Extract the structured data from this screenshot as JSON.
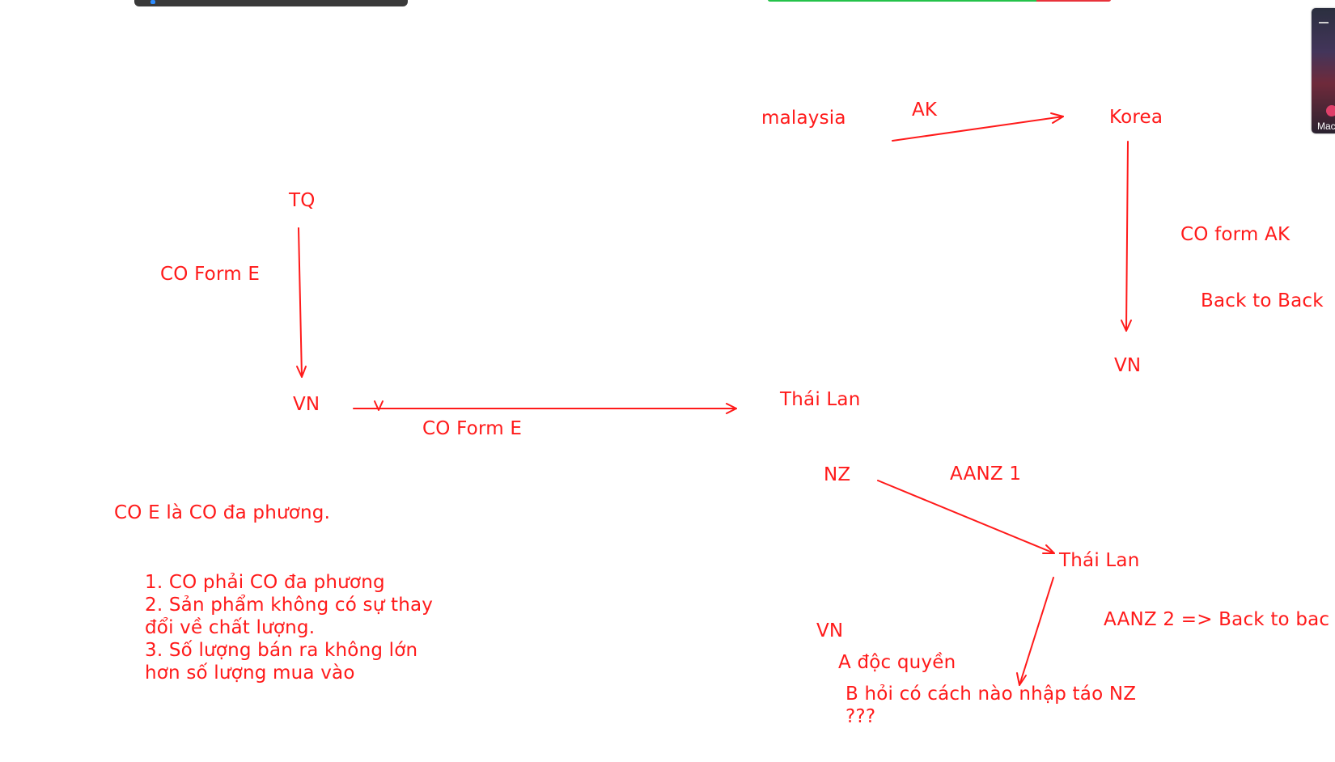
{
  "whiteboard": {
    "ink_color": "#ff1a1a",
    "labels": {
      "malaysia": "malaysia",
      "ak": "AK",
      "korea": "Korea",
      "co_form_ak": "CO form AK",
      "back_to_back": "Back to Back",
      "vn_right": "VN",
      "tq": "TQ",
      "co_form_e_left": "CO Form E",
      "vn_left": "VN",
      "co_form_e_bottom": "CO Form E",
      "thai_lan_top": "Thái Lan",
      "nz": "NZ",
      "aanz_1": "AANZ 1",
      "thai_lan_bottom": "Thái Lan",
      "aanz_2": "AANZ 2 => Back to bac",
      "vn_bottom": "VN",
      "a_doc_quyen": "A độc quyền",
      "b_question": "B hỏi có cách nào nhập táo NZ\n???",
      "co_e_note": "CO E là CO đa phương.",
      "conditions": "1. CO phải CO đa phương\n2. Sản phẩm không có sự thay\nđổi về chất lượng.\n3. Số lượng bán ra không lớn\nhơn số lượng mua vào"
    }
  },
  "overlays": {
    "share_bar_colors": [
      "#24c24a",
      "#e8323a"
    ],
    "participant_video_name": "Mac"
  }
}
